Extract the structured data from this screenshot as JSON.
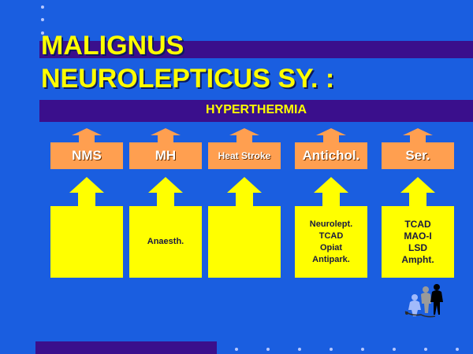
{
  "slide": {
    "title_line1": "MALIGNUS",
    "title_line2": "NEUROLEPTICUS SY. :",
    "banner": "HYPERTHERMIA",
    "colors": {
      "background": "#1a5ee0",
      "band": "#3a0f8c",
      "title": "#ffff00",
      "category_box": "#ff9f50",
      "detail_box": "#ffff00"
    }
  },
  "columns": [
    {
      "label": "NMS",
      "detail": ""
    },
    {
      "label": "MH",
      "detail": "Anaesth."
    },
    {
      "label": "Heat Stroke",
      "detail": ""
    },
    {
      "label": "Antichol.",
      "detail": "Neurolept.\nTCAD\nOpiat\nAntipark."
    },
    {
      "label": "Ser.",
      "detail": "TCAD\nMAO-I\nLSD\nAmpht."
    }
  ],
  "decoration": {
    "icon": "people-figures-icon"
  }
}
